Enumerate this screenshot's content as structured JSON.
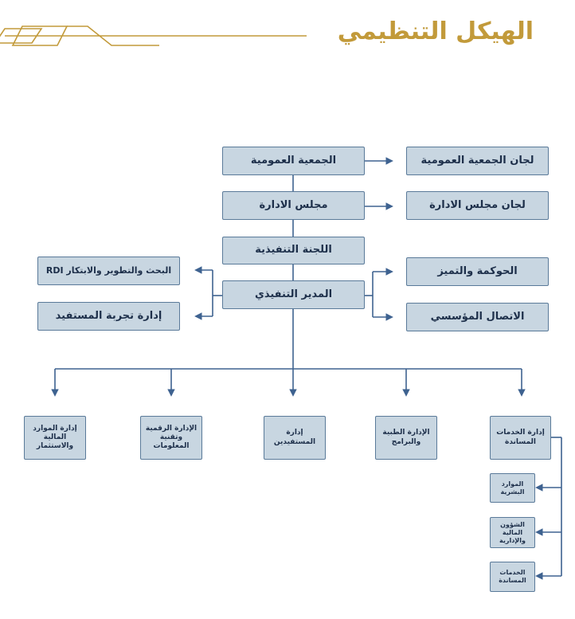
{
  "page": {
    "title": "الهيكل التنظيمي"
  },
  "colors": {
    "gold": "#c29a3a",
    "line": "#3e6290",
    "box_fill": "#c8d6e1",
    "text": "#1d2f4a"
  },
  "chain": {
    "general_assembly": "الجمعية العمومية",
    "board": "مجلس الادارة",
    "executive_committee": "اللجنة التنفيذية",
    "executive_director": "المدير التنفيذي"
  },
  "committees": {
    "assembly_committees": "لجان الجمعية العمومية",
    "board_committees": "لجان مجلس الادارة"
  },
  "right_units": {
    "governance": "الحوكمة والتميز",
    "communication": "الاتصال المؤسسي"
  },
  "left_units": {
    "rdi": "البحث والتطوير والابتكار RDI",
    "beneficiary_experience": "إدارة تجربة المستفيد"
  },
  "departments": {
    "finance": "إدارة الموارد المالية والاستثمار",
    "digital": "الإدارة الرقمية وتقنية المعلومات",
    "beneficiaries": "إدارة المستفيدين",
    "medical": "الإدارة الطبية والبرامج",
    "support": "إدارة الخدمات المساندة"
  },
  "support_subunits": {
    "hr": "الموارد البشرية",
    "admin_finance": "الشؤون المالية والإدارية",
    "support_services": "الخدمات المساندة"
  }
}
